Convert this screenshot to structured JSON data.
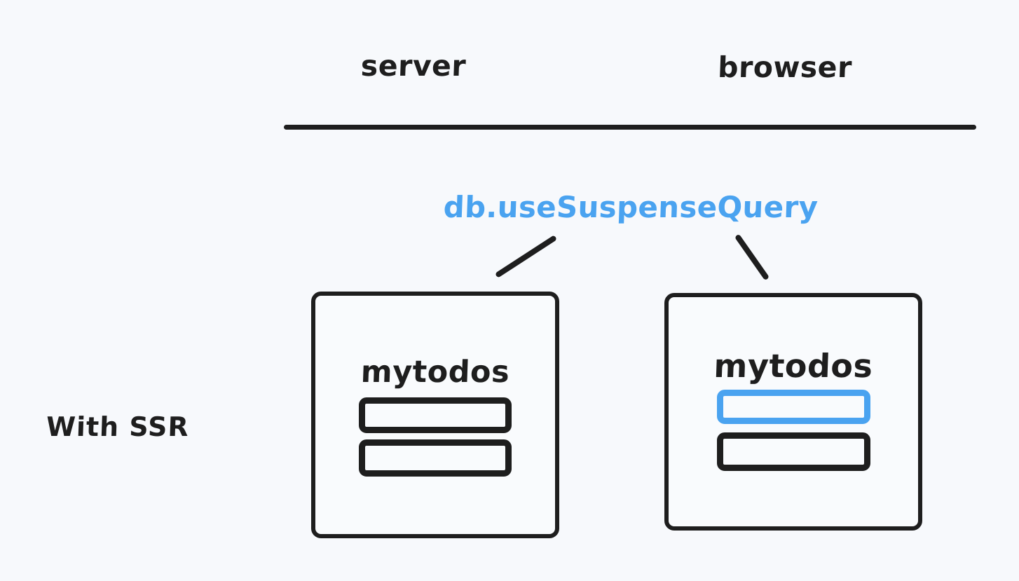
{
  "diagram": {
    "caption": "With SSR",
    "background_color": "#f7f9fc",
    "ink_color": "#1e1e1e",
    "accent_color": "#4aa3f0"
  },
  "columns": [
    {
      "id": "server",
      "label": "server"
    },
    {
      "id": "browser",
      "label": "browser"
    }
  ],
  "hook": {
    "label": "db.useSuspenseQuery",
    "color": "#4aa3f0",
    "connects_to": [
      "server",
      "browser"
    ]
  },
  "boxes": {
    "server": {
      "app_title": "mytodos",
      "rows": [
        {
          "index": 1,
          "state": "plain",
          "color": "#1e1e1e"
        },
        {
          "index": 2,
          "state": "plain",
          "color": "#1e1e1e"
        }
      ]
    },
    "browser": {
      "app_title": "mytodos",
      "rows": [
        {
          "index": 1,
          "state": "highlight",
          "color": "#4aa3f0"
        },
        {
          "index": 2,
          "state": "plain",
          "color": "#1e1e1e"
        }
      ]
    }
  }
}
